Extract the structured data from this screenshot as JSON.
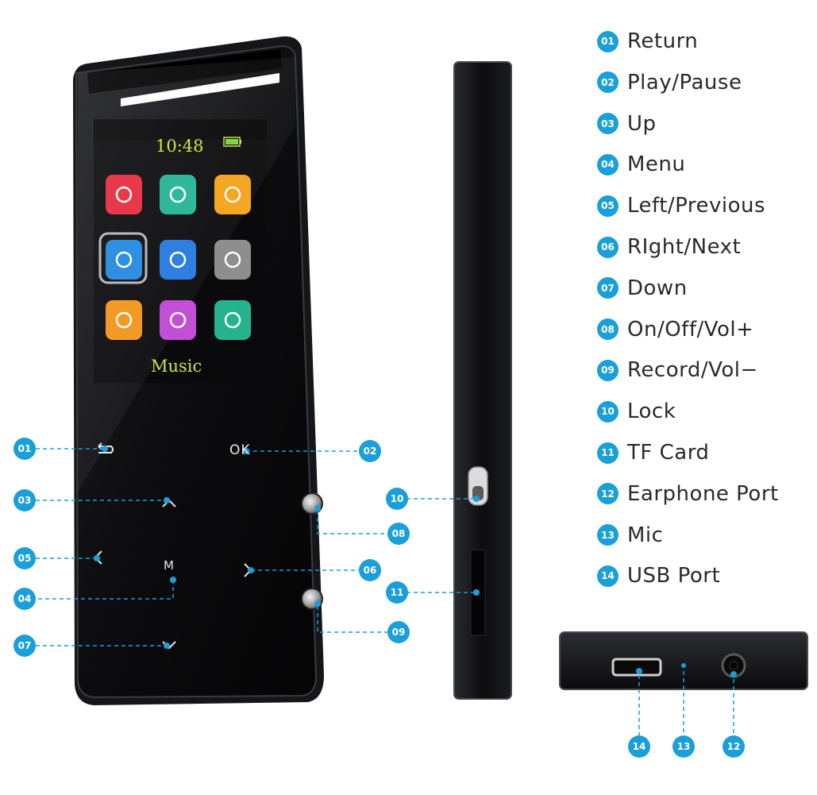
{
  "legend": [
    {
      "num": "01",
      "label": "Return"
    },
    {
      "num": "02",
      "label": "Play/Pause"
    },
    {
      "num": "03",
      "label": "Up"
    },
    {
      "num": "04",
      "label": "Menu"
    },
    {
      "num": "05",
      "label": "Left/Previous"
    },
    {
      "num": "06",
      "label": "RIght/Next"
    },
    {
      "num": "07",
      "label": "Down"
    },
    {
      "num": "08",
      "label": "On/Off/Vol+"
    },
    {
      "num": "09",
      "label": "Record/Vol−"
    },
    {
      "num": "10",
      "label": "Lock"
    },
    {
      "num": "11",
      "label": "TF Card"
    },
    {
      "num": "12",
      "label": "Earphone Port"
    },
    {
      "num": "13",
      "label": "Mic"
    },
    {
      "num": "14",
      "label": "USB Port"
    }
  ],
  "screen": {
    "time": "10:48",
    "caption": "Music",
    "apps": [
      {
        "name": "music-app-icon",
        "color": "#e8394a"
      },
      {
        "name": "radio-app-icon",
        "color": "#2fb99a"
      },
      {
        "name": "folder-app-icon",
        "color": "#f5a623"
      },
      {
        "name": "compass-app-icon",
        "color": "#2f8fe0"
      },
      {
        "name": "bluetooth-app-icon",
        "color": "#2f7fe0"
      },
      {
        "name": "settings-app-icon",
        "color": "#8e8e8e"
      },
      {
        "name": "tools-app-icon",
        "color": "#f39a25"
      },
      {
        "name": "ebook-app-icon",
        "color": "#c24fd6"
      },
      {
        "name": "sport-app-icon",
        "color": "#24b38d"
      }
    ]
  },
  "buttons": {
    "ok": "OK",
    "menu": "M"
  },
  "callouts": {
    "c01": "01",
    "c02": "02",
    "c03": "03",
    "c04": "04",
    "c05": "05",
    "c06": "06",
    "c07": "07",
    "c08": "08",
    "c09": "09",
    "c10": "10",
    "c11": "11",
    "c12": "12",
    "c13": "13",
    "c14": "14"
  },
  "colors": {
    "accent": "#1a9fd8",
    "device_body": "#0b0b0d",
    "screen_text": "#d6e04a"
  }
}
